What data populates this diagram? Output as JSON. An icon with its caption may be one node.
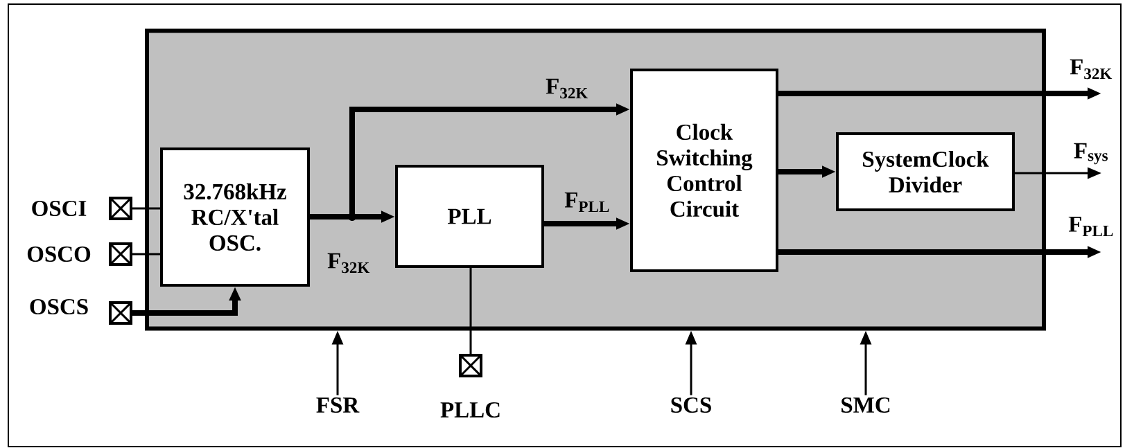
{
  "diagram": {
    "nodes": [
      {
        "text": [],
        "shape": "box"
      },
      {
        "text": [
          "32.768kHz RC/X'tal OSC."
        ],
        "in": 0
      },
      {
        "text": [
          "PLL"
        ],
        "in": 0
      },
      {
        "text": [
          "Clock Switching Control Circuit"
        ],
        "in": 0
      },
      {
        "text": [
          "SystemClock Divider"
        ],
        "in": 0
      },
      {
        "text": [],
        "shape": "box",
        "beside": [
          "OSCI"
        ]
      },
      {
        "text": [],
        "shape": "box",
        "beside": [
          "OSCO"
        ]
      },
      {
        "text": [],
        "shape": "box",
        "beside": [
          "OSCS"
        ]
      },
      {
        "text": [],
        "shape": "box",
        "beside": [
          "PLLC"
        ]
      },
      {
        "text": [
          "FSR"
        ]
      },
      {
        "text": [
          "SCS"
        ]
      },
      {
        "text": [
          "SMC"
        ]
      }
    ],
    "edges": [
      {
        "from": 5,
        "to": 1,
        "arrow": "none"
      },
      {
        "from": 6,
        "to": 1,
        "arrow": "none"
      },
      {
        "from": 7,
        "to": 1,
        "arrow": "to",
        "style": "thick"
      },
      {
        "from": 1,
        "to": 2,
        "arrow": "to",
        "label": "F$_{32K}$",
        "style": "thick"
      },
      {
        "from": 1,
        "to": 3,
        "arrow": "to",
        "label": "F$_{32K}$",
        "style": "thick"
      },
      {
        "from": 2,
        "to": 3,
        "arrow": "to",
        "label": "F$_{PLL}$",
        "style": "thick"
      },
      {
        "from": 3,
        "to": 4,
        "arrow": "to",
        "style": "thick"
      },
      {
        "from": 3,
        "to": null,
        "arrow": "to",
        "label": "F$_{32K}$",
        "style": "thick"
      },
      {
        "from": 4,
        "to": null,
        "arrow": "to",
        "label": "F$_{sys}$"
      },
      {
        "from": 3,
        "to": null,
        "arrow": "to",
        "label": "F$_{PLL}$",
        "style": "thick"
      },
      {
        "from": 2,
        "to": 8,
        "arrow": "none"
      },
      {
        "from": 9,
        "to": 0,
        "arrow": "to"
      },
      {
        "from": 10,
        "to": 0,
        "arrow": "to"
      },
      {
        "from": 11,
        "to": 0,
        "arrow": "to"
      }
    ]
  }
}
